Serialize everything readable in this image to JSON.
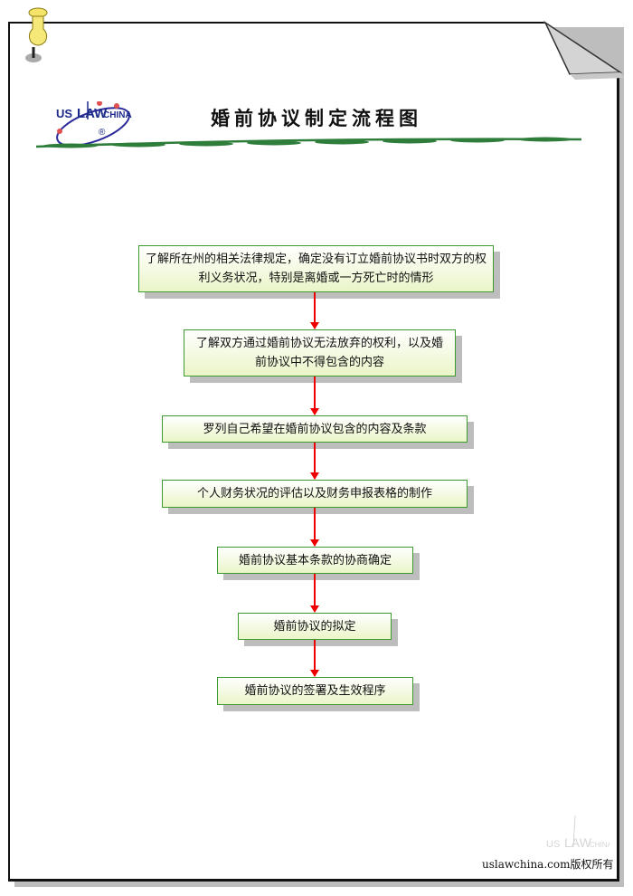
{
  "header": {
    "title": "婚前协议制定流程图",
    "logo_text": "US LAW CHINA"
  },
  "steps": [
    "了解所在州的相关法律规定，确定没有订立婚前协议书时双方的权利义务状况，特别是离婚或一方死亡时的情形",
    "了解双方通过婚前协议无法放弃的权利，以及婚前协议中不得包含的内容",
    "罗列自己希望在婚前协议包含的内容及条款",
    "个人财务状况的评估以及财务申报表格的制作",
    "婚前协议基本条款的协商确定",
    "婚前协议的拟定",
    "婚前协议的签署及生效程序"
  ],
  "footer": {
    "copyright": "uslawchina.com版权所有"
  },
  "colors": {
    "box_border": "#3d9a30",
    "arrow": "#e00000",
    "vine": "#2e7d3a"
  }
}
